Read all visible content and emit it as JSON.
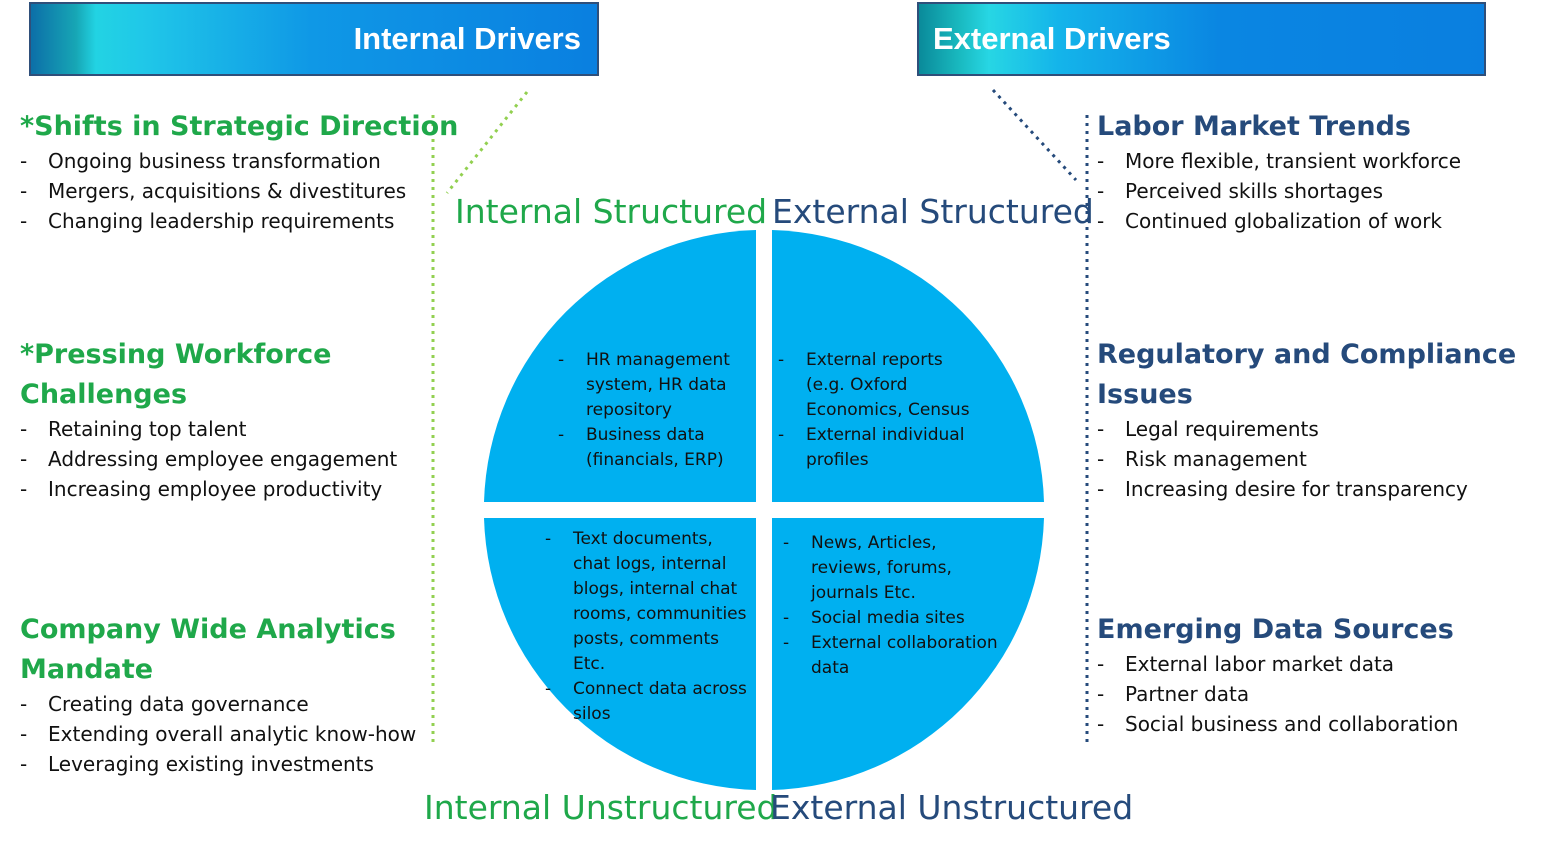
{
  "banners": {
    "internal": "Internal Drivers",
    "external": "External Drivers"
  },
  "internal_drivers": [
    {
      "title": "*Shifts in Strategic Direction",
      "items": [
        "Ongoing business transformation",
        "Mergers, acquisitions & divestitures",
        "Changing leadership requirements"
      ]
    },
    {
      "title_line1": "*Pressing Workforce",
      "title_line2": "Challenges",
      "items": [
        "Retaining top talent",
        "Addressing employee engagement",
        "Increasing employee productivity"
      ]
    },
    {
      "title_line1": "Company Wide Analytics",
      "title_line2": "Mandate",
      "items": [
        "Creating data governance",
        "Extending overall analytic know-how",
        "Leveraging existing investments"
      ]
    }
  ],
  "external_drivers": [
    {
      "title": "Labor Market Trends",
      "items": [
        "More flexible, transient workforce",
        "Perceived skills shortages",
        "Continued globalization of work"
      ]
    },
    {
      "title_line1": "Regulatory and Compliance",
      "title_line2": "Issues",
      "items": [
        "Legal requirements",
        "Risk management",
        "Increasing desire for transparency"
      ]
    },
    {
      "title": "Emerging Data Sources",
      "items": [
        "External labor market data",
        "Partner data",
        "Social business and collaboration"
      ]
    }
  ],
  "quadrants": {
    "internal_structured": {
      "label": "Internal Structured",
      "items": [
        "HR management system, HR data repository",
        "Business data (financials, ERP)"
      ]
    },
    "external_structured": {
      "label": "External Structured",
      "items": [
        "External reports (e.g. Oxford Economics, Census",
        "External individual profiles"
      ]
    },
    "internal_unstructured": {
      "label": "Internal Unstructured",
      "items": [
        "Text documents, chat logs, internal blogs, internal chat rooms, communities posts, comments Etc.",
        "Connect data across silos"
      ]
    },
    "external_unstructured": {
      "label": "External Unstructured",
      "items": [
        "News, Articles, reviews, forums, journals Etc.",
        "Social media sites",
        "External collaboration data"
      ]
    }
  },
  "colors": {
    "internal_accent": "#1fa84a",
    "external_accent": "#254a7b",
    "circle_fill": "#00b0f0",
    "internal_divider": "#92d050",
    "external_divider": "#254a7b"
  }
}
